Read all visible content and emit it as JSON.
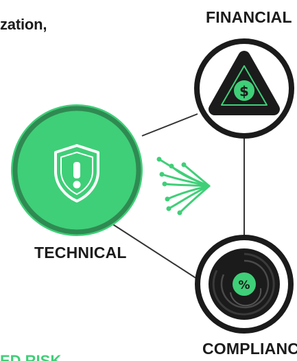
{
  "text_fragments": {
    "top": "zation,",
    "bottom": "ED RISK"
  },
  "nodes": {
    "financial": {
      "label": "FINANCIAL",
      "icon": "dollar-warning-icon"
    },
    "technical": {
      "label": "TECHNICAL",
      "icon": "shield-alert-icon"
    },
    "compliance": {
      "label": "COMPLIANCE",
      "icon": "percent-target-icon"
    }
  },
  "colors": {
    "accent_green": "#3fcf78",
    "dark_green": "#2f8a52",
    "ink": "#1b1b1b"
  }
}
